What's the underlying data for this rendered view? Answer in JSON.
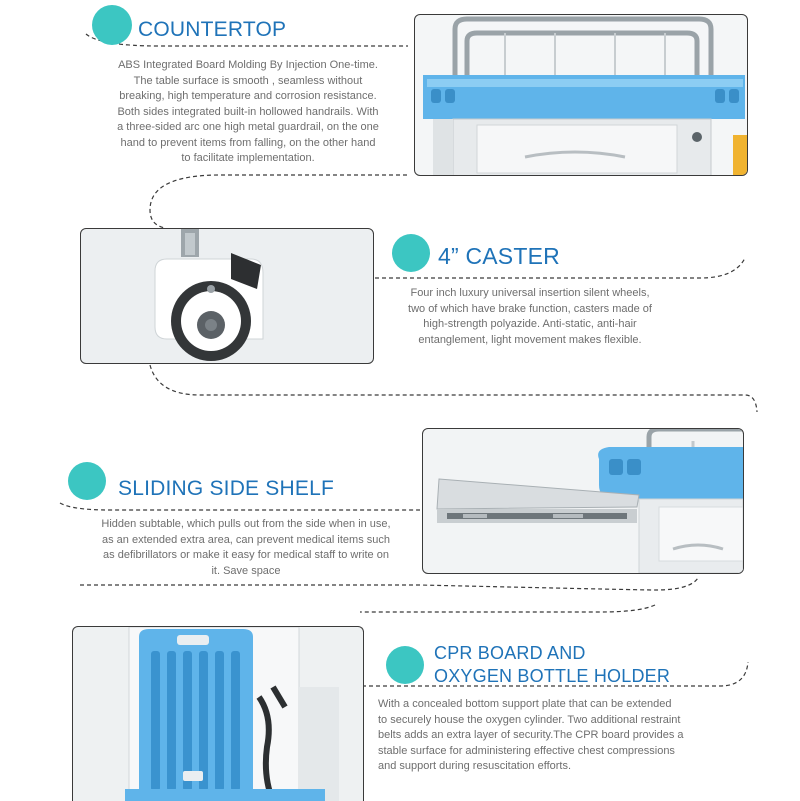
{
  "sections": [
    {
      "id": "countertop",
      "title": "COUNTERTOP",
      "lines": [
        "ABS Integrated Board Molding By Injection One-time.",
        "The table surface is smooth , seamless without",
        "breaking, high temperature and corrosion resistance.",
        "Both sides integrated built-in hollowed handrails. With",
        "a three-sided arc one high metal guardrail, on the one",
        "hand to prevent items from falling, on the other hand",
        "to facilitate implementation."
      ]
    },
    {
      "id": "caster",
      "title": "4” CASTER",
      "lines": [
        "Four inch luxury universal insertion silent wheels,",
        "two of which have brake function, casters made of",
        "high-strength polyazide. Anti-static, anti-hair",
        "entanglement, light movement makes flexible."
      ]
    },
    {
      "id": "shelf",
      "title": "SLIDING SIDE SHELF",
      "lines": [
        "Hidden subtable, which pulls out from the side when in use,",
        "as an extended extra area, can prevent medical items such",
        "as defibrillators or make it easy for medical staff to write on",
        " it. Save space"
      ]
    },
    {
      "id": "cpr",
      "title_line1": "CPR BOARD AND",
      "title_line2": "OXYGEN BOTTLE HOLDER",
      "lines": [
        "With a concealed bottom support plate that can be extended",
        "to securely house the oxygen cylinder. Two additional restraint",
        "belts adds an extra layer of security.The CPR board provides a",
        "stable surface for administering effective chest compressions",
        "and support during resuscitation efforts."
      ]
    }
  ],
  "colors": {
    "accent_dot": "#3cc6c2",
    "heading": "#1f73b8",
    "body_text": "#6e6e6e",
    "plastic_blue": "#5fb4ea",
    "dashed_line": "#3a3a3a"
  }
}
